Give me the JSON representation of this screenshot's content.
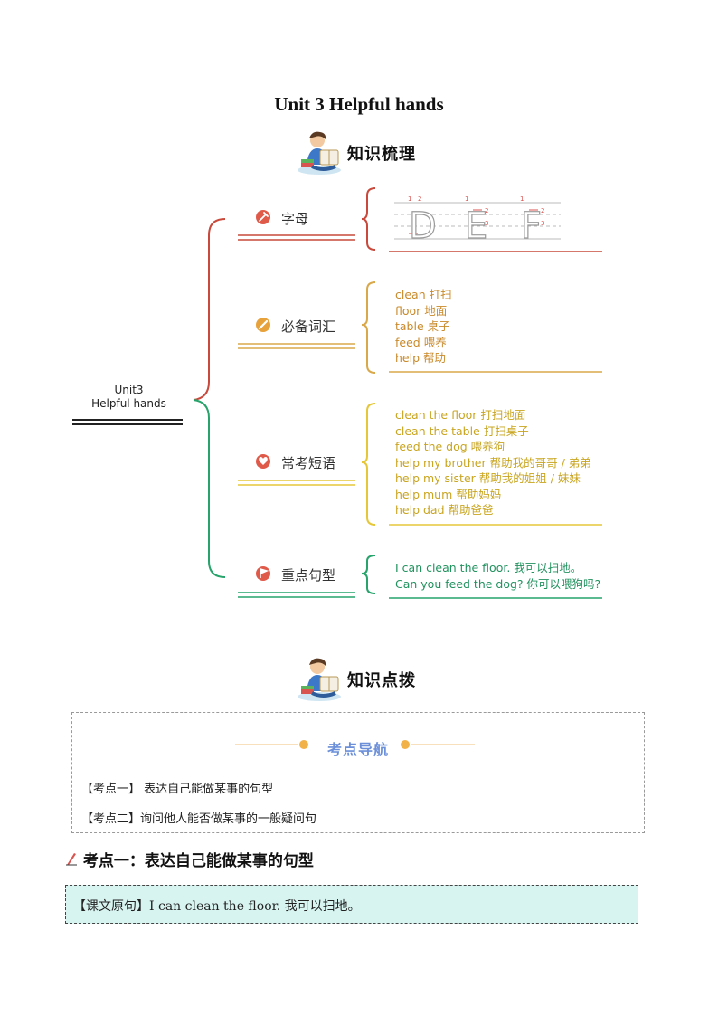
{
  "title": "Unit 3 Helpful hands",
  "section1": {
    "label": "知识梳理",
    "icon": "boy-reading-icon"
  },
  "section2": {
    "label": "知识点拨",
    "icon": "boy-reading-icon"
  },
  "mindmap": {
    "root": {
      "line1": "Unit3",
      "line2": "Helpful hands"
    },
    "branches": [
      {
        "label": "字母",
        "icon": "pin-icon",
        "color": "#c94a3c",
        "letters": [
          "D",
          "E",
          "F"
        ]
      },
      {
        "label": "必备词汇",
        "icon": "pencil-icon",
        "color": "#d9a84a",
        "items": [
          "clean 打扫",
          "floor 地面",
          "table 桌子",
          "feed 喂养",
          "help 帮助"
        ]
      },
      {
        "label": "常考短语",
        "icon": "heart-icon",
        "color": "#e5c739",
        "items": [
          "clean the floor 打扫地面",
          "clean the table 打扫桌子",
          "feed the dog 喂养狗",
          "help my brother 帮助我的哥哥 / 弟弟",
          "help my sister 帮助我的姐姐 / 妹妹",
          "help mum 帮助妈妈",
          "help dad 帮助爸爸"
        ]
      },
      {
        "label": "重点句型",
        "icon": "flag-icon",
        "color": "#27a36b",
        "items": [
          "I can clean the floor. 我可以扫地。",
          "Can you feed the dog? 你可以喂狗吗?"
        ]
      }
    ]
  },
  "navigation": {
    "title": "考点导航",
    "items": [
      "【考点一】 表达自己能做某事的句型",
      "【考点二】询问他人能否做某事的一般疑问句"
    ]
  },
  "point1": {
    "title": "考点一：表达自己能做某事的句型",
    "sentence": "【课文原句】I can clean the floor.  我可以扫地。"
  }
}
